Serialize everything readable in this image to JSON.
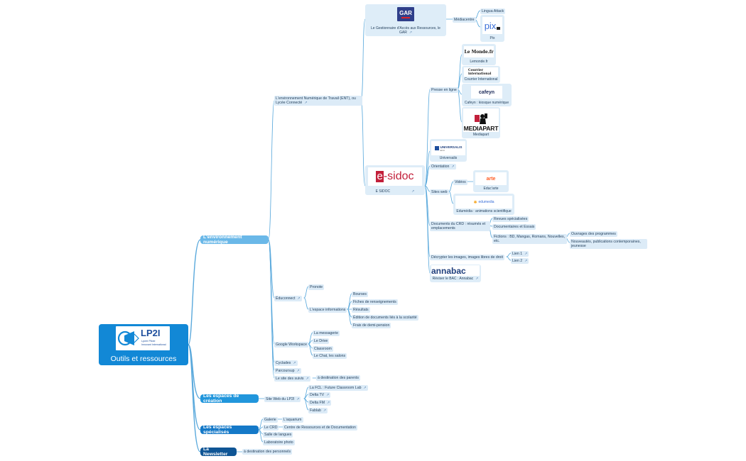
{
  "root": {
    "title": "Outils et ressources",
    "logo_text": "LP2I",
    "logo_sub1": "Lycée Pilote",
    "logo_sub2": "Innovant International"
  },
  "branches": {
    "env": "L'environnement numérique",
    "creation": "Les espaces de création",
    "specialises": "Les espaces spécialisés",
    "newsletter": "La Newsletter"
  },
  "ent": {
    "label": "L'environnement Numérique de Travail (ENT), ou Lycée Connecté",
    "gar": {
      "logo": "GAR",
      "caption": "Le Gestionnaire d'Accès aux Ressources, le GAR"
    },
    "mediacentre": "Médiacentre",
    "lingua": "Lingua Attack",
    "pix": {
      "logo": "pix",
      "caption": "Pix"
    },
    "esidoc": {
      "logo_e": "e",
      "logo_rest": "-sidoc",
      "caption": "E SIDOC"
    },
    "presse": {
      "label": "Presse en ligne",
      "lemonde": {
        "logo": "Le Monde.fr",
        "caption": "Lemonde.fr"
      },
      "courrier": {
        "logo1": "Courrier",
        "logo2": "international",
        "caption": "Courrier International"
      },
      "cafeyn": {
        "logo": "cafeyn",
        "caption": "Cafeyn : kiosque numérique"
      },
      "mediapart": {
        "logo": "MEDIAPART",
        "caption": "Mediapart"
      }
    },
    "universalis": {
      "logo1": "UNIVERSALIS",
      "logo2": "EDU",
      "caption": "Universalis"
    },
    "orientation": "Orientation",
    "sites_web": "Sites web",
    "videos": "Vidéos",
    "educarte": {
      "logo": "arte",
      "caption": "Educ'arte"
    },
    "edumedia": {
      "logo": "edumedia",
      "caption": "Edumédia : animations scientifique"
    },
    "docs_cdi": "Documents du CRD : résumés et emplacements",
    "revues": "Revues spécialisées",
    "documentaires": "Documentaires et Essais",
    "fictions": "Fictions : BD, Mangas, Romans, Nouvelles, etc.",
    "ouvrages": "Ouvrages des programmes",
    "nouveautes": "Nouveautés, publications contemporaines, jeunesse",
    "decrypter": "Décrypter les images, images libres de droit",
    "lien1": "Lien 1",
    "lien2": "Lien 2",
    "annabac": {
      "logo": "annabac",
      "caption": "Réviser le BAC : Annabac"
    }
  },
  "educonnect": {
    "label": "Éduconnect",
    "pronote": "Pronote",
    "espace": "L'espace informations",
    "items": [
      "Bourses",
      "Fiches de renseignements",
      "Résultats",
      "Édition de documents liés à la scolarité",
      "Frais de demi-pension"
    ]
  },
  "google": {
    "label": "Google Workspace",
    "items": [
      "La messagerie",
      "Le Drive",
      "Classroom",
      "Le Chat, les salons"
    ]
  },
  "cyclades": "Cyclades",
  "parcoursup": "Parcoursup",
  "suivis": {
    "label": "Le site des suivis",
    "note": "à destination des parents"
  },
  "creation": {
    "site": "Site Web du LP2I",
    "items": [
      "La FCL : Future Classroom Lab",
      "Delta TV",
      "Delta FM",
      "Fablab"
    ]
  },
  "specialises": {
    "galerie": "Galerie",
    "aquarium": "L'aquarium",
    "crd": "Le CRD",
    "crd_full": "Centre de Ressources et de Documentation",
    "salle": "Salle de langues",
    "labo": "Laboratoire photo"
  },
  "newsletter_note": "à destination des personnels",
  "link_glyph": "↗",
  "colors": {
    "root": "#1288d6",
    "env": "#6ab8e8",
    "creation": "#2196dc",
    "specialises": "#1579c8",
    "newsletter": "#0f5595",
    "line": "#5aa9dc",
    "topic": "#dcebf7"
  }
}
